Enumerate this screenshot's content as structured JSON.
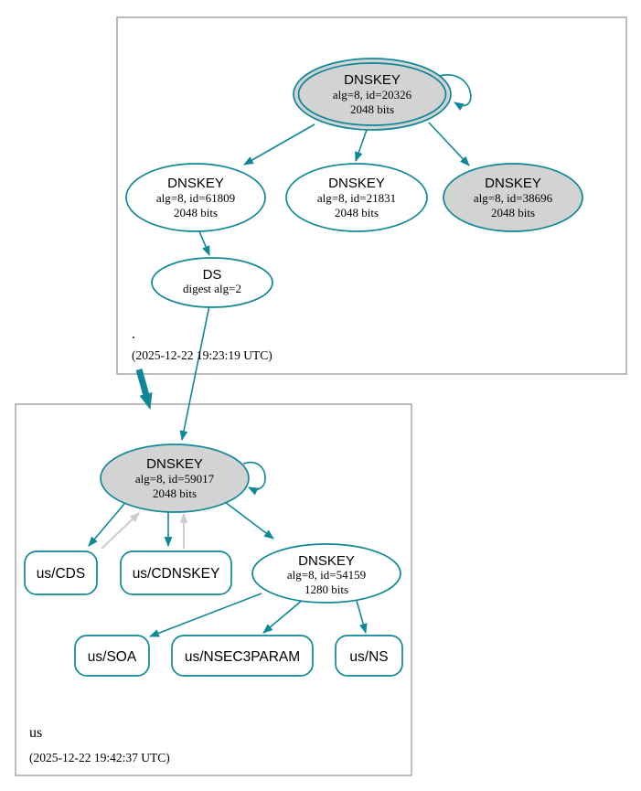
{
  "colors": {
    "edge_teal": "#0e8799",
    "gray_edge": "#cccccc",
    "node_fill": "#ffffff",
    "node_fill_gray": "#d3d3d3",
    "box_border": "#999999",
    "text_color": "#000000"
  },
  "zones": [
    {
      "label": ".",
      "timestamp": "(2025-12-22 19:23:19 UTC)",
      "nodes": {
        "ksk": {
          "title": "DNSKEY",
          "detail1": "alg=8, id=20326",
          "detail2": "2048 bits"
        },
        "zsk1": {
          "title": "DNSKEY",
          "detail1": "alg=8, id=61809",
          "detail2": "2048 bits"
        },
        "zsk2": {
          "title": "DNSKEY",
          "detail1": "alg=8, id=21831",
          "detail2": "2048 bits"
        },
        "zsk3": {
          "title": "DNSKEY",
          "detail1": "alg=8, id=38696",
          "detail2": "2048 bits"
        },
        "ds": {
          "title": "DS",
          "detail1": "digest alg=2"
        }
      }
    },
    {
      "label": "us",
      "timestamp": "(2025-12-22 19:42:37 UTC)",
      "nodes": {
        "ksk": {
          "title": "DNSKEY",
          "detail1": "alg=8, id=59017",
          "detail2": "2048 bits"
        },
        "zsk": {
          "title": "DNSKEY",
          "detail1": "alg=8, id=54159",
          "detail2": "1280 bits"
        },
        "cds": {
          "label": "us/CDS"
        },
        "cdnskey": {
          "label": "us/CDNSKEY"
        },
        "soa": {
          "label": "us/SOA"
        },
        "nsec3param": {
          "label": "us/NSEC3PARAM"
        },
        "ns": {
          "label": "us/NS"
        }
      }
    }
  ]
}
